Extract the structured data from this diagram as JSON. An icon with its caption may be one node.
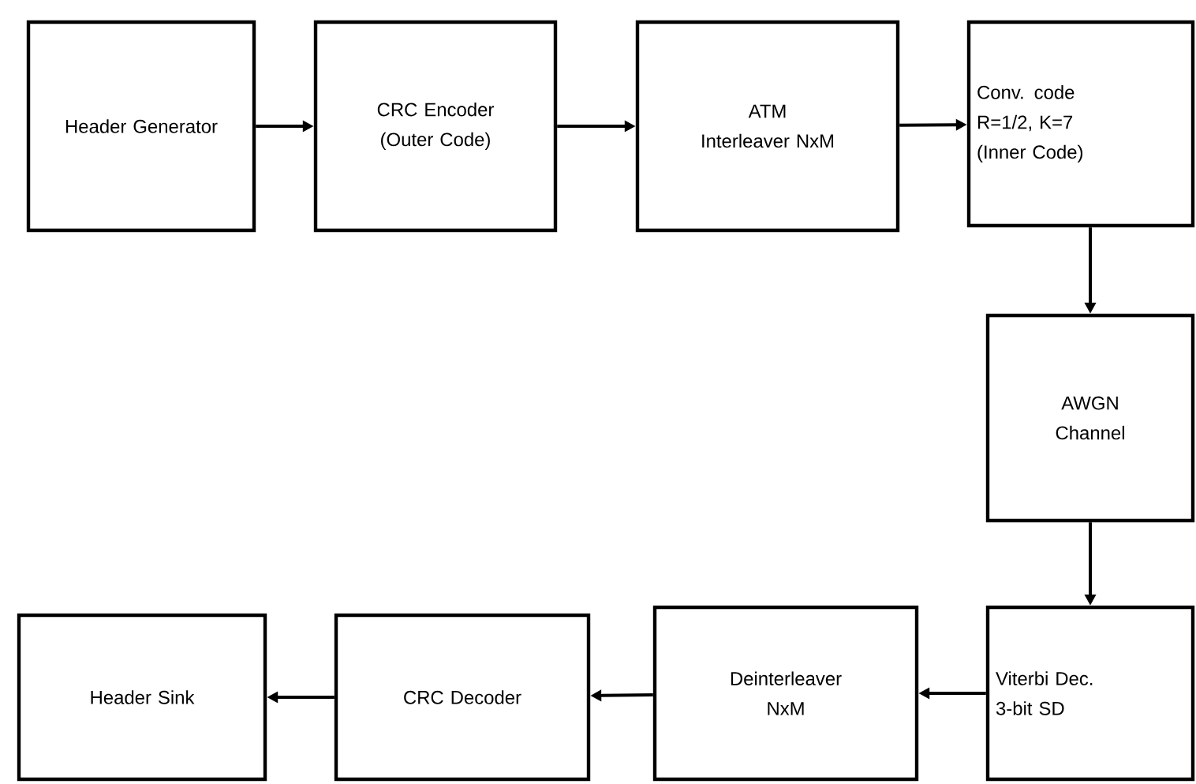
{
  "diagram": {
    "nodes": [
      {
        "text": [
          "Header Generator"
        ]
      },
      {
        "text": [
          "CRC Encoder",
          "(Outer Code)"
        ]
      },
      {
        "text": [
          "ATM",
          "Interleaver NxM"
        ]
      },
      {
        "text": [
          "Conv. code",
          "R=1/2, K=7",
          "(Inner Code)"
        ]
      },
      {
        "text": [
          "AWGN",
          "Channel"
        ]
      },
      {
        "text": [
          "Viterbi Dec.",
          "3-bit SD"
        ]
      },
      {
        "text": [
          "Deinterleaver",
          "NxM"
        ]
      },
      {
        "text": [
          "CRC Decoder"
        ]
      },
      {
        "text": [
          "Header Sink"
        ]
      }
    ],
    "edges": [
      {
        "from": 0,
        "to": 1,
        "arrow": "to"
      },
      {
        "from": 1,
        "to": 2,
        "arrow": "to"
      },
      {
        "from": 2,
        "to": 3,
        "arrow": "to"
      },
      {
        "from": 3,
        "to": 4,
        "arrow": "to"
      },
      {
        "from": 4,
        "to": 5,
        "arrow": "to"
      },
      {
        "from": 5,
        "to": 6,
        "arrow": "to"
      },
      {
        "from": 6,
        "to": 7,
        "arrow": "to"
      },
      {
        "from": 7,
        "to": 8,
        "arrow": "to"
      }
    ]
  }
}
